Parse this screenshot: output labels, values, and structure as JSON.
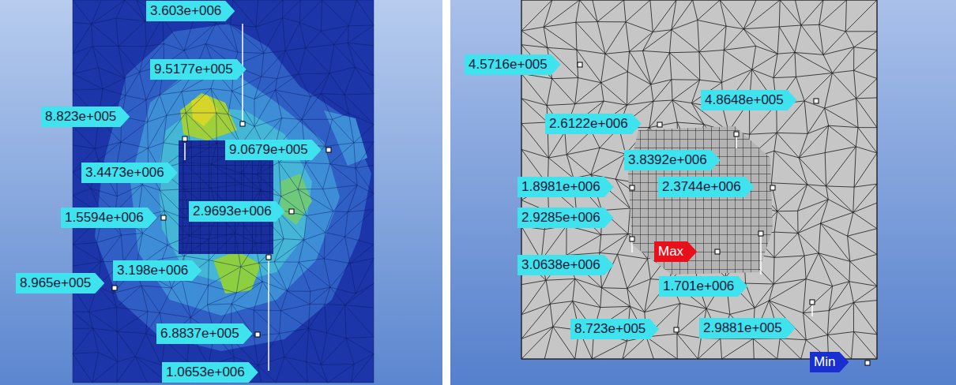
{
  "diagram": {
    "nodes": [
      {
        "text": [
          "3.603e+006"
        ]
      },
      {
        "text": [
          "9.5177e+005"
        ]
      },
      {
        "text": [
          "8.823e+005"
        ]
      },
      {
        "text": [
          "9.0679e+005"
        ]
      },
      {
        "text": [
          "3.4473e+006"
        ]
      },
      {
        "text": [
          "1.5594e+006"
        ]
      },
      {
        "text": [
          "2.9693e+006"
        ]
      },
      {
        "text": [
          "8.965e+005"
        ]
      },
      {
        "text": [
          "3.198e+006"
        ]
      },
      {
        "text": [
          "6.8837e+005"
        ]
      },
      {
        "text": [
          "1.0653e+006"
        ]
      },
      {
        "text": [
          "4.5716e+005"
        ]
      },
      {
        "text": [
          "4.8648e+005"
        ]
      },
      {
        "text": [
          "2.6122e+006"
        ]
      },
      {
        "text": [
          "3.8392e+006"
        ]
      },
      {
        "text": [
          "1.8981e+006"
        ]
      },
      {
        "text": [
          "2.3744e+006"
        ]
      },
      {
        "text": [
          "2.9285e+006"
        ]
      },
      {
        "text": [
          "3.0638e+006"
        ]
      },
      {
        "text": [
          "Max"
        ]
      },
      {
        "text": [
          "1.701e+006"
        ]
      },
      {
        "text": [
          "8.723e+005"
        ]
      },
      {
        "text": [
          "2.9881e+005"
        ]
      },
      {
        "text": [
          "Min"
        ]
      }
    ]
  }
}
